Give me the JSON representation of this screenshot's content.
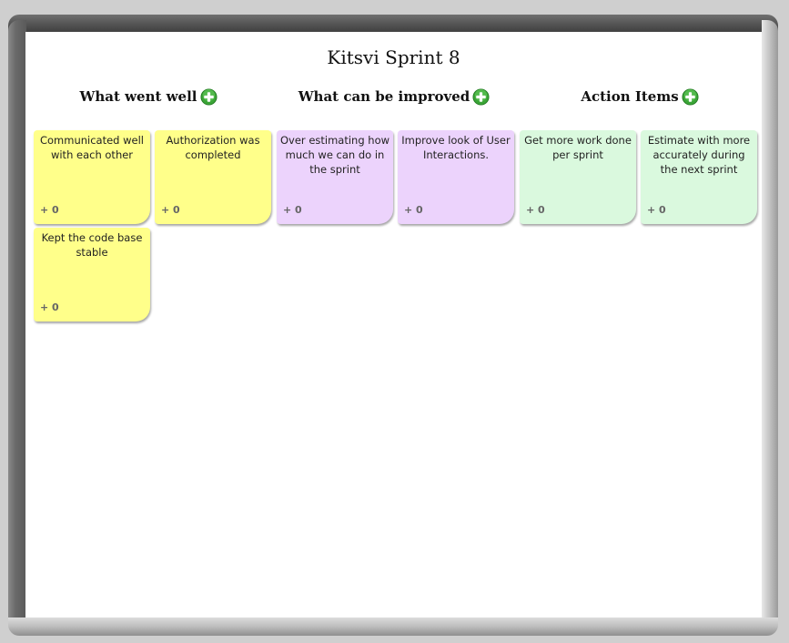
{
  "board": {
    "title": "Kitsvi Sprint 8"
  },
  "columns": [
    {
      "label": "What went well",
      "add_icon": "plus-circle-icon",
      "color": "#ffff8a",
      "cards": [
        {
          "text": "Communicated well with each other",
          "votes": "+ 0"
        },
        {
          "text": "Authorization was completed",
          "votes": "+ 0"
        },
        {
          "text": "Kept the code base stable",
          "votes": "+ 0"
        }
      ]
    },
    {
      "label": "What can be improved",
      "add_icon": "plus-circle-icon",
      "color": "#ecd3fc",
      "cards": [
        {
          "text": "Over estimating how much we can do in the sprint",
          "votes": "+ 0"
        },
        {
          "text": "Improve look of User Interactions.",
          "votes": "+ 0"
        }
      ]
    },
    {
      "label": "Action Items",
      "add_icon": "plus-circle-icon",
      "color": "#daf9de",
      "cards": [
        {
          "text": "Get more work done per sprint",
          "votes": "+ 0"
        },
        {
          "text": "Estimate with more accurately during the next sprint",
          "votes": "+ 0"
        }
      ]
    }
  ],
  "colors": {
    "add_icon": "#3aa536",
    "frame": "#5a5a5a"
  }
}
